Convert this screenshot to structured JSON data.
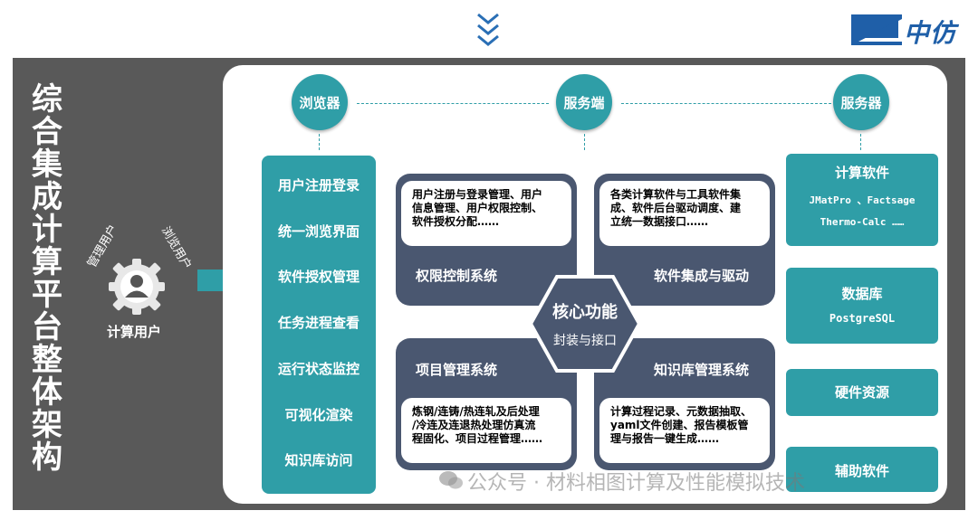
{
  "header": {
    "logo_text": "中仿",
    "chevron_icon": "triple-chevron-down-icon"
  },
  "panel": {
    "title": "综合集成计算平台整体架构"
  },
  "users": {
    "left_label": "管理用户",
    "right_label": "浏览用户",
    "center_label": "计算用户",
    "icon": "user-gear-icon"
  },
  "tiers": {
    "browser": "浏览器",
    "service": "服务端",
    "server": "服务器"
  },
  "left_column": {
    "items": [
      "用户注册登录",
      "统一浏览界面",
      "软件授权管理",
      "任务进程查看",
      "运行状态监控",
      "可视化渲染",
      "知识库访问"
    ]
  },
  "systems": {
    "tl": {
      "title": "权限控制系统",
      "desc": [
        "用户注册与登录管理、用户",
        "信息管理、用户权限控制、",
        "软件授权分配……"
      ]
    },
    "tr": {
      "title": "软件集成与驱动",
      "desc": [
        "各类计算软件与工具软件集",
        "成、软件后台驱动调度、建",
        "立统一数据接口……"
      ]
    },
    "bl": {
      "title": "项目管理系统",
      "desc": [
        "炼钢/连铸/热连轧及后处理",
        "/冷连及连退热处理仿真流",
        "程固化、项目过程管理……"
      ]
    },
    "br": {
      "title": "知识库管理系统",
      "desc": [
        "计算过程记录、元数据抽取、",
        "yaml文件创建、报告模板管",
        "理与报告一键生成……"
      ]
    }
  },
  "core": {
    "title": "核心功能",
    "subtitle": "封装与接口"
  },
  "right_column": {
    "compute": {
      "title": "计算软件",
      "line1": "JMatPro 、Factsage",
      "line2": "Thermo-Calc ……"
    },
    "database": {
      "title": "数据库",
      "line1": "PostgreSQL"
    },
    "hardware": {
      "title": "硬件资源"
    },
    "auxiliary": {
      "title": "辅助软件"
    }
  },
  "watermark": {
    "text": "公众号 · 材料相图计算及性能模拟技术"
  },
  "colors": {
    "teal": "#2f9ea7",
    "slate": "#4a5770",
    "panel": "#595959",
    "logo_blue": "#1f5fa8"
  }
}
